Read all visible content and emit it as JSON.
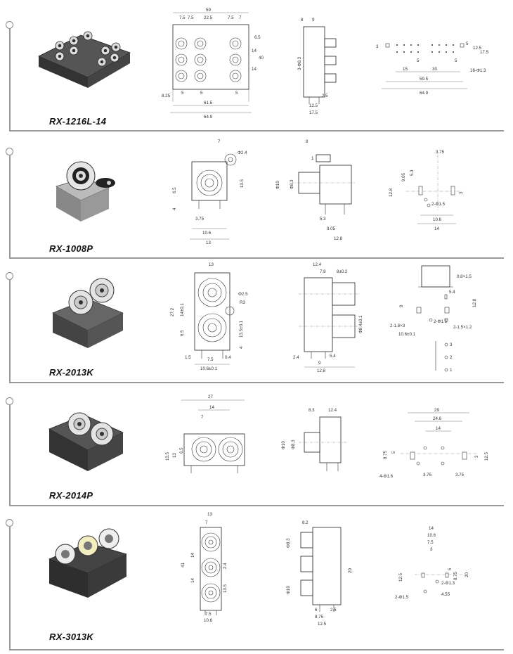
{
  "rows": [
    {
      "model": "RX-1216L-14",
      "front_dims": [
        "59",
        "7.5",
        "7.5",
        "22.5",
        "7.5",
        "7",
        "6.5",
        "14",
        "40",
        "14",
        "8.25",
        "5",
        "5",
        "5",
        "61.5",
        "64.9"
      ],
      "side_dims": [
        "8",
        "9",
        "3-Φ8.3",
        "2.5",
        "12.5",
        "17.5"
      ],
      "pcb_dims": [
        "3",
        "5",
        "12.5",
        "17.5",
        "5",
        "5",
        "15",
        "30",
        "16-Φ1.3",
        "59.5",
        "64.9"
      ]
    },
    {
      "model": "RX-1008P",
      "front_dims": [
        "7",
        "Φ2.4",
        "6.5",
        "13.5",
        "4",
        "3.75",
        "10.6",
        "13"
      ],
      "side_dims": [
        "8",
        "1",
        "Φ8.3",
        "Φ10",
        "5.3",
        "9.05",
        "12.8"
      ],
      "pcb_dims": [
        "3.75",
        "5.3",
        "9.05",
        "12.8",
        "3",
        "2-Φ1.5",
        "10.6",
        "14"
      ]
    },
    {
      "model": "RX-2013K",
      "front_dims": [
        "13",
        "Φ2.5",
        "R3",
        "27.2",
        "14±0.1",
        "13.5±0.1",
        "6.5",
        "4",
        "1.5",
        "7.5",
        "0.4",
        "10.6±0.1"
      ],
      "side_dims": [
        "12.4",
        "7.8",
        "8±0.2",
        "Φ8.4±0.1",
        "2.4",
        "5.4",
        "9",
        "12.8"
      ],
      "pcb_dims": [
        "0.8×1.5",
        "5.4",
        "9",
        "12.8",
        "2-1.8×3",
        "2-Φ1.5",
        "2-1.5×1.2",
        "10.6±0.1",
        "3",
        "2",
        "1"
      ]
    },
    {
      "model": "RX-2014P",
      "front_dims": [
        "27",
        "14",
        "7",
        "13.5",
        "13",
        "6.5"
      ],
      "side_dims": [
        "8.3",
        "12.4",
        "Φ10",
        "Φ8.3"
      ],
      "pcb_dims": [
        "29",
        "24.6",
        "14",
        "8.75",
        "5",
        "3",
        "12.5",
        "4-Φ1.6",
        "3.75",
        "3.75"
      ]
    },
    {
      "model": "RX-3013K",
      "front_dims": [
        "13",
        "7",
        "41",
        "14",
        "14",
        "2.4",
        "13.5",
        "7.5",
        "10.6"
      ],
      "side_dims": [
        "8.2",
        "Φ8.3",
        "Φ10",
        "6",
        "2.5",
        "8.75",
        "12.5",
        "20"
      ],
      "pcb_dims": [
        "14",
        "10.6",
        "7.5",
        "3",
        "5",
        "12.5",
        "8.75",
        "20",
        "2-Φ1.3",
        "2-Φ1.5",
        "4.55"
      ]
    }
  ]
}
